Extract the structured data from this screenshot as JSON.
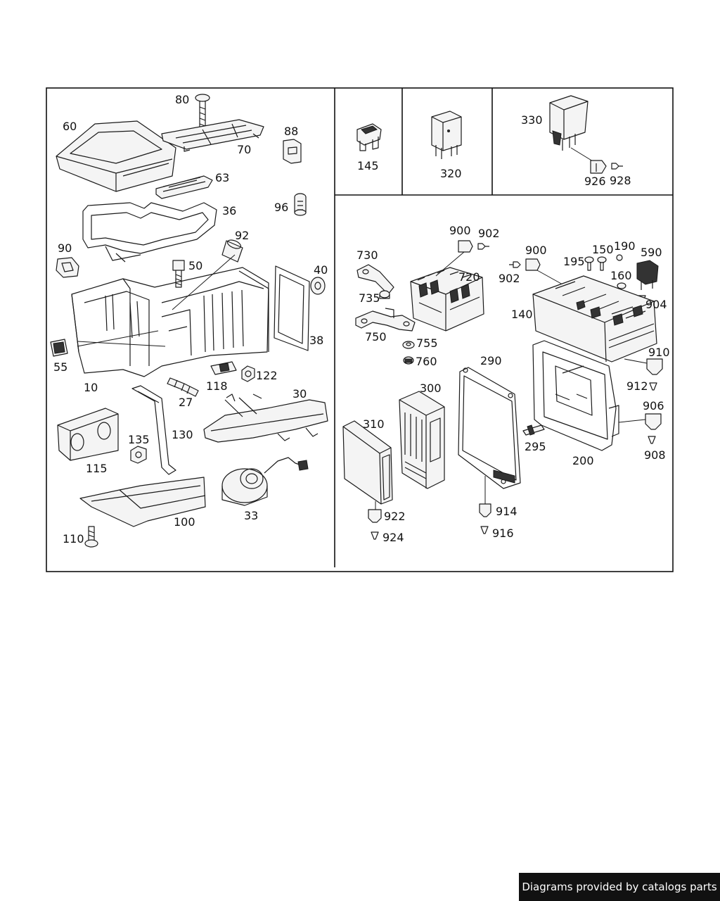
{
  "labels": {
    "l80": "80",
    "l60": "60",
    "l70": "70",
    "l88": "88",
    "l63": "63",
    "l36": "36",
    "l96": "96",
    "l92": "92",
    "l90": "90",
    "l50": "50",
    "l40": "40",
    "l38": "38",
    "l55": "55",
    "l10": "10",
    "l118": "118",
    "l122": "122",
    "l27": "27",
    "l30": "30",
    "l130": "130",
    "l135": "135",
    "l115": "115",
    "l100": "100",
    "l33": "33",
    "l110": "110",
    "l145": "145",
    "l320": "320",
    "l330": "330",
    "l926": "926",
    "l928": "928",
    "l730": "730",
    "l735": "735",
    "l750": "750",
    "l755": "755",
    "l760": "760",
    "l900a": "900",
    "l902a": "902",
    "l720": "720",
    "l900b": "900",
    "l902b": "902",
    "l195": "195",
    "l150": "150",
    "l190": "190",
    "l590": "590",
    "l160": "160",
    "l904": "904",
    "l140": "140",
    "l910": "910",
    "l912": "912",
    "l906": "906",
    "l908": "908",
    "l290": "290",
    "l300": "300",
    "l310": "310",
    "l295": "295",
    "l200": "200",
    "l914": "914",
    "l916": "916",
    "l922": "922",
    "l924": "924"
  },
  "credit": "Diagrams provided by catalogs parts"
}
